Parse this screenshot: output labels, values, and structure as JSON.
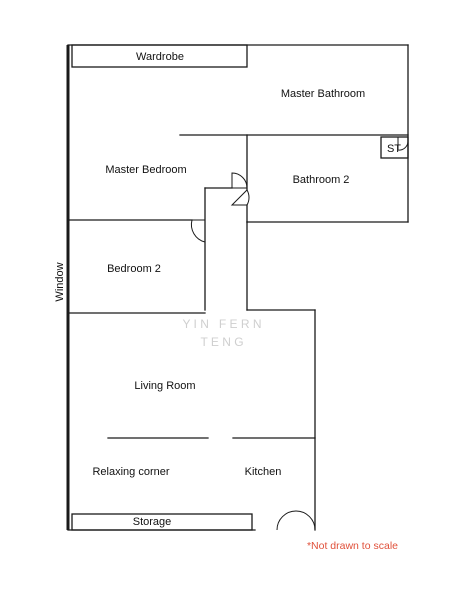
{
  "rooms": {
    "wardrobe": "Wardrobe",
    "master_bathroom": "Master Bathroom",
    "master_bedroom": "Master Bedroom",
    "bathroom_2": "Bathroom 2",
    "storage_toilet": "ST",
    "bedroom_2": "Bedroom 2",
    "living_room": "Living Room",
    "relaxing_corner": "Relaxing corner",
    "kitchen": "Kitchen",
    "storage": "Storage"
  },
  "window_label": "Window",
  "watermark": {
    "line1": "Y I N   F E R N",
    "line2": "T E N G"
  },
  "note": "*Not drawn to scale"
}
